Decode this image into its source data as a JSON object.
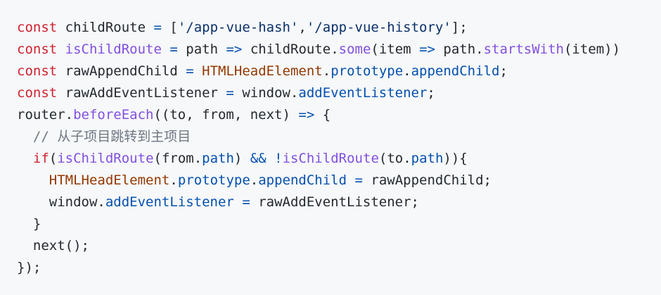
{
  "code_block": {
    "language": "javascript",
    "lines": [
      {
        "tokens": [
          {
            "t": "kw",
            "v": "const"
          },
          {
            "t": "plain",
            "v": " childRoute "
          },
          {
            "t": "op",
            "v": "="
          },
          {
            "t": "plain",
            "v": " ["
          },
          {
            "t": "str",
            "v": "'/app-vue-hash'"
          },
          {
            "t": "plain",
            "v": ","
          },
          {
            "t": "str",
            "v": "'/app-vue-history'"
          },
          {
            "t": "plain",
            "v": "];"
          }
        ]
      },
      {
        "tokens": [
          {
            "t": "kw",
            "v": "const"
          },
          {
            "t": "plain",
            "v": " "
          },
          {
            "t": "fn",
            "v": "isChildRoute"
          },
          {
            "t": "plain",
            "v": " "
          },
          {
            "t": "op",
            "v": "="
          },
          {
            "t": "plain",
            "v": " path "
          },
          {
            "t": "op",
            "v": "=>"
          },
          {
            "t": "plain",
            "v": " childRoute."
          },
          {
            "t": "fn",
            "v": "some"
          },
          {
            "t": "plain",
            "v": "(item "
          },
          {
            "t": "op",
            "v": "=>"
          },
          {
            "t": "plain",
            "v": " path."
          },
          {
            "t": "fn",
            "v": "startsWith"
          },
          {
            "t": "plain",
            "v": "(item))"
          }
        ]
      },
      {
        "tokens": [
          {
            "t": "kw",
            "v": "const"
          },
          {
            "t": "plain",
            "v": " rawAppendChild "
          },
          {
            "t": "op",
            "v": "="
          },
          {
            "t": "plain",
            "v": " "
          },
          {
            "t": "cls",
            "v": "HTMLHeadElement"
          },
          {
            "t": "plain",
            "v": "."
          },
          {
            "t": "prop",
            "v": "prototype"
          },
          {
            "t": "plain",
            "v": "."
          },
          {
            "t": "prop",
            "v": "appendChild"
          },
          {
            "t": "plain",
            "v": ";"
          }
        ]
      },
      {
        "tokens": [
          {
            "t": "kw",
            "v": "const"
          },
          {
            "t": "plain",
            "v": " rawAddEventListener "
          },
          {
            "t": "op",
            "v": "="
          },
          {
            "t": "plain",
            "v": " window."
          },
          {
            "t": "prop",
            "v": "addEventListener"
          },
          {
            "t": "plain",
            "v": ";"
          }
        ]
      },
      {
        "tokens": [
          {
            "t": "plain",
            "v": "router."
          },
          {
            "t": "fn",
            "v": "beforeEach"
          },
          {
            "t": "plain",
            "v": "((to, from, next) "
          },
          {
            "t": "op",
            "v": "=>"
          },
          {
            "t": "plain",
            "v": " {"
          }
        ]
      },
      {
        "tokens": [
          {
            "t": "plain",
            "v": "  "
          },
          {
            "t": "cmt",
            "v": "// 从子项目跳转到主项目"
          }
        ]
      },
      {
        "tokens": [
          {
            "t": "plain",
            "v": "  "
          },
          {
            "t": "kw",
            "v": "if"
          },
          {
            "t": "plain",
            "v": "("
          },
          {
            "t": "fn",
            "v": "isChildRoute"
          },
          {
            "t": "plain",
            "v": "(from."
          },
          {
            "t": "prop",
            "v": "path"
          },
          {
            "t": "plain",
            "v": ") "
          },
          {
            "t": "op",
            "v": "&&"
          },
          {
            "t": "plain",
            "v": " "
          },
          {
            "t": "op",
            "v": "!"
          },
          {
            "t": "fn",
            "v": "isChildRoute"
          },
          {
            "t": "plain",
            "v": "(to."
          },
          {
            "t": "prop",
            "v": "path"
          },
          {
            "t": "plain",
            "v": ")){"
          }
        ]
      },
      {
        "tokens": [
          {
            "t": "plain",
            "v": "    "
          },
          {
            "t": "cls",
            "v": "HTMLHeadElement"
          },
          {
            "t": "plain",
            "v": "."
          },
          {
            "t": "prop",
            "v": "prototype"
          },
          {
            "t": "plain",
            "v": "."
          },
          {
            "t": "prop",
            "v": "appendChild"
          },
          {
            "t": "plain",
            "v": " "
          },
          {
            "t": "op",
            "v": "="
          },
          {
            "t": "plain",
            "v": " rawAppendChild;"
          }
        ]
      },
      {
        "tokens": [
          {
            "t": "plain",
            "v": "    window."
          },
          {
            "t": "prop",
            "v": "addEventListener"
          },
          {
            "t": "plain",
            "v": " "
          },
          {
            "t": "op",
            "v": "="
          },
          {
            "t": "plain",
            "v": " rawAddEventListener;"
          }
        ]
      },
      {
        "tokens": [
          {
            "t": "plain",
            "v": "  }"
          }
        ]
      },
      {
        "tokens": [
          {
            "t": "plain",
            "v": "  next();"
          }
        ]
      },
      {
        "tokens": [
          {
            "t": "plain",
            "v": "});"
          }
        ]
      }
    ]
  }
}
